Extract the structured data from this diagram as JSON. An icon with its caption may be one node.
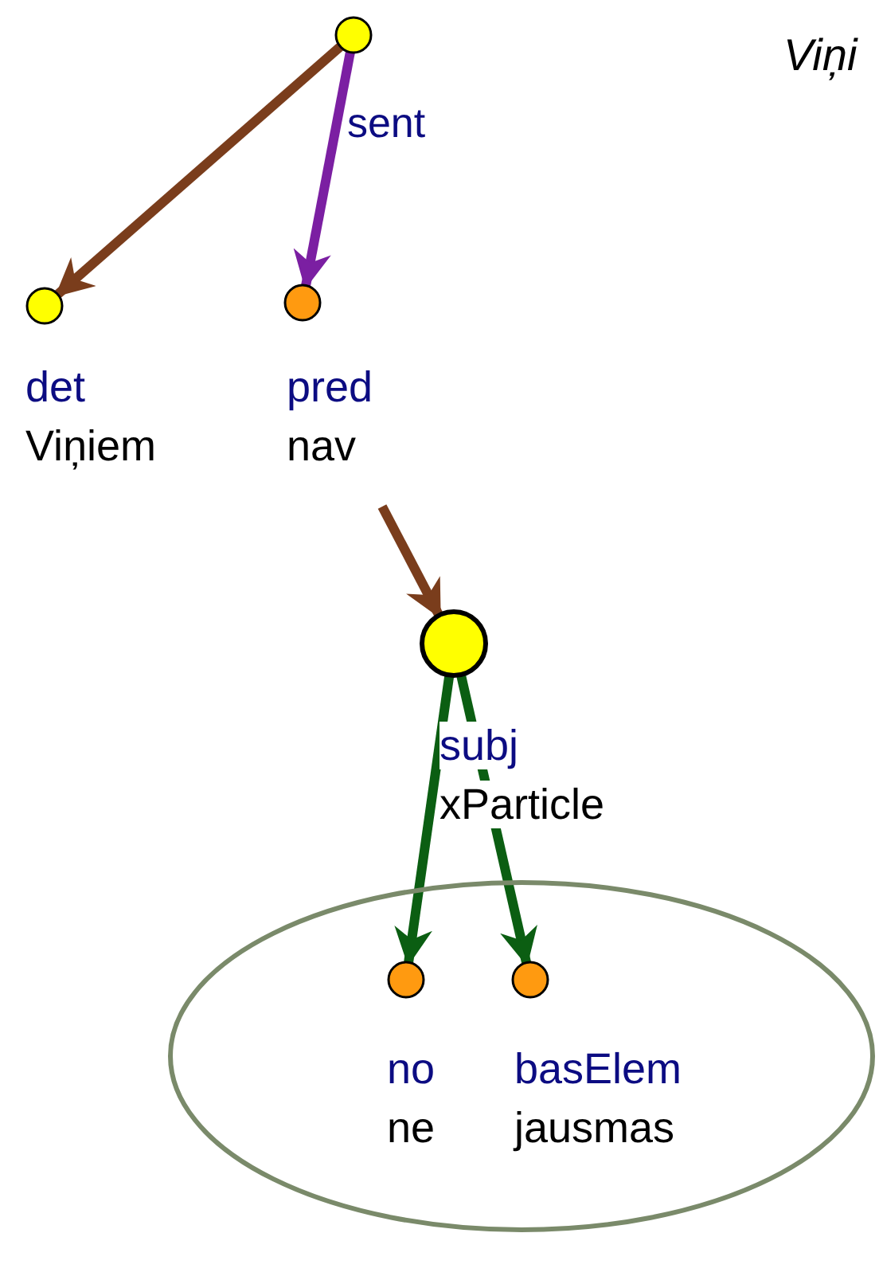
{
  "diagram": {
    "nodes": [
      {
        "text": [],
        "shape": "circle"
      },
      {
        "text": [
          "det",
          "Viņiem"
        ]
      },
      {
        "text": [
          "pred",
          "nav"
        ]
      },
      {
        "text": [
          "subj",
          "xParticle"
        ]
      },
      {
        "text": [],
        "shape": "ellipse"
      },
      {
        "text": [
          "no",
          "ne"
        ],
        "in": 4
      },
      {
        "text": [
          "basElem",
          "jausmas"
        ],
        "in": 4
      }
    ],
    "edges": [
      {
        "from": 0,
        "to": 1,
        "arrow": "to",
        "color": "#7a3d1c"
      },
      {
        "from": 0,
        "to": 2,
        "arrow": "to",
        "label": "sent",
        "color": "#7b1fa2"
      },
      {
        "from": 2,
        "to": 3,
        "arrow": "to",
        "color": "#7a3d1c"
      },
      {
        "from": 3,
        "to": 5,
        "arrow": "to",
        "color": "#0b5e12"
      },
      {
        "from": 3,
        "to": 6,
        "arrow": "to",
        "color": "#0b5e12"
      }
    ],
    "labels": [
      "Viņi"
    ]
  }
}
